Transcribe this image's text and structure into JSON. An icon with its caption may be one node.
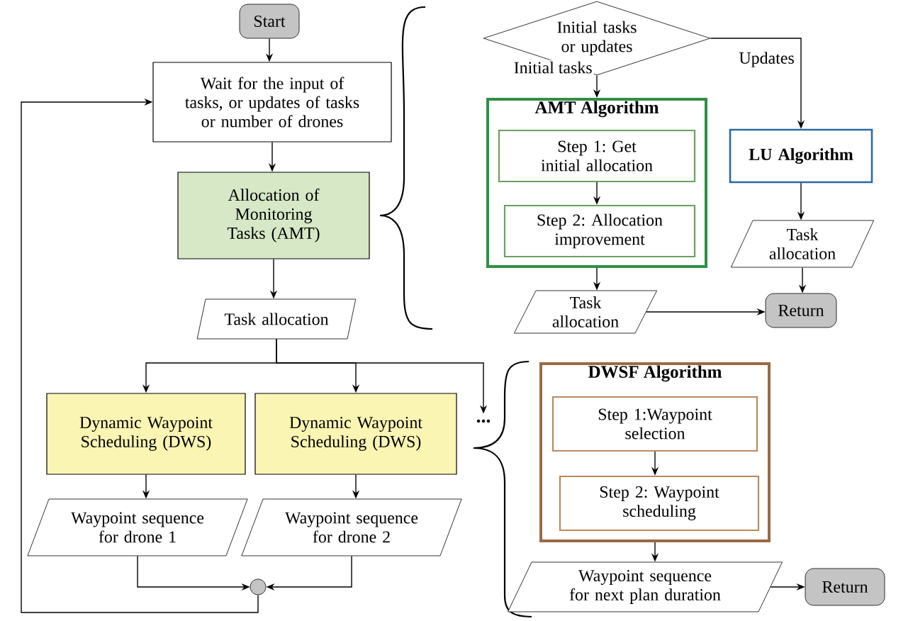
{
  "diagram": {
    "nodes": [
      {
        "text": [
          "Start"
        ]
      },
      {
        "text": [
          "Wait for the input of tasks, or updates of tasks or number of drones"
        ]
      },
      {
        "text": [
          "Allocation of Monitoring Tasks (AMT)"
        ]
      },
      {
        "text": [
          "Task allocation"
        ]
      },
      {
        "text": [
          "Initial tasks or updates"
        ]
      },
      {
        "text": [
          "AMT Algorithm"
        ]
      },
      {
        "text": [
          "Step 1: Get initial allocation"
        ],
        "in": 5
      },
      {
        "text": [
          "Step 2: Allocation improvement"
        ],
        "in": 5
      },
      {
        "text": [
          "LU Algorithm"
        ]
      },
      {
        "text": [
          "Task allocation"
        ]
      },
      {
        "text": [
          "Task allocation"
        ]
      },
      {
        "text": [
          "Return"
        ]
      },
      {
        "text": [
          "Dynamic Waypoint Scheduling (DWS)"
        ]
      },
      {
        "text": [
          "Dynamic Waypoint Scheduling (DWS)"
        ]
      },
      {
        "text": [
          "Waypoint sequence for drone 1"
        ]
      },
      {
        "text": [
          "Waypoint sequence for drone 2"
        ]
      },
      {
        "text": [],
        "shape": "circle"
      },
      {
        "text": [
          "DWSF Algorithm"
        ]
      },
      {
        "text": [
          "Step 1:Waypoint selection"
        ],
        "in": 17
      },
      {
        "text": [
          "Step 2: Waypoint scheduling"
        ],
        "in": 17
      },
      {
        "text": [
          "Waypoint sequence for next plan duration"
        ]
      },
      {
        "text": [
          "Return"
        ]
      },
      {
        "text": [
          "..."
        ]
      }
    ],
    "edges": [
      {
        "from": 0,
        "to": 1,
        "arrow": "to"
      },
      {
        "from": 1,
        "to": 2,
        "arrow": "to"
      },
      {
        "from": 2,
        "to": 3,
        "arrow": "to"
      },
      {
        "from": 3,
        "to": 12,
        "arrow": "to"
      },
      {
        "from": 3,
        "to": 13,
        "arrow": "to"
      },
      {
        "from": 3,
        "to": 22,
        "arrow": "to"
      },
      {
        "from": 12,
        "to": 14,
        "arrow": "to"
      },
      {
        "from": 13,
        "to": 15,
        "arrow": "to"
      },
      {
        "from": 14,
        "to": 16,
        "arrow": "to"
      },
      {
        "from": 15,
        "to": 16,
        "arrow": "to"
      },
      {
        "from": 16,
        "to": 1,
        "arrow": "to"
      },
      {
        "from": 4,
        "to": 5,
        "label": "Initial tasks",
        "arrow": "to"
      },
      {
        "from": 4,
        "to": 8,
        "label": "Updates",
        "arrow": "to"
      },
      {
        "from": 6,
        "to": 7,
        "arrow": "to"
      },
      {
        "from": 5,
        "to": 10,
        "arrow": "to"
      },
      {
        "from": 8,
        "to": 9,
        "arrow": "to"
      },
      {
        "from": 9,
        "to": 11,
        "arrow": "to"
      },
      {
        "from": 10,
        "to": 11,
        "arrow": "to"
      },
      {
        "from": 18,
        "to": 19,
        "arrow": "to"
      },
      {
        "from": 17,
        "to": 20,
        "arrow": "to"
      },
      {
        "from": 20,
        "to": 21,
        "arrow": "to"
      }
    ]
  }
}
